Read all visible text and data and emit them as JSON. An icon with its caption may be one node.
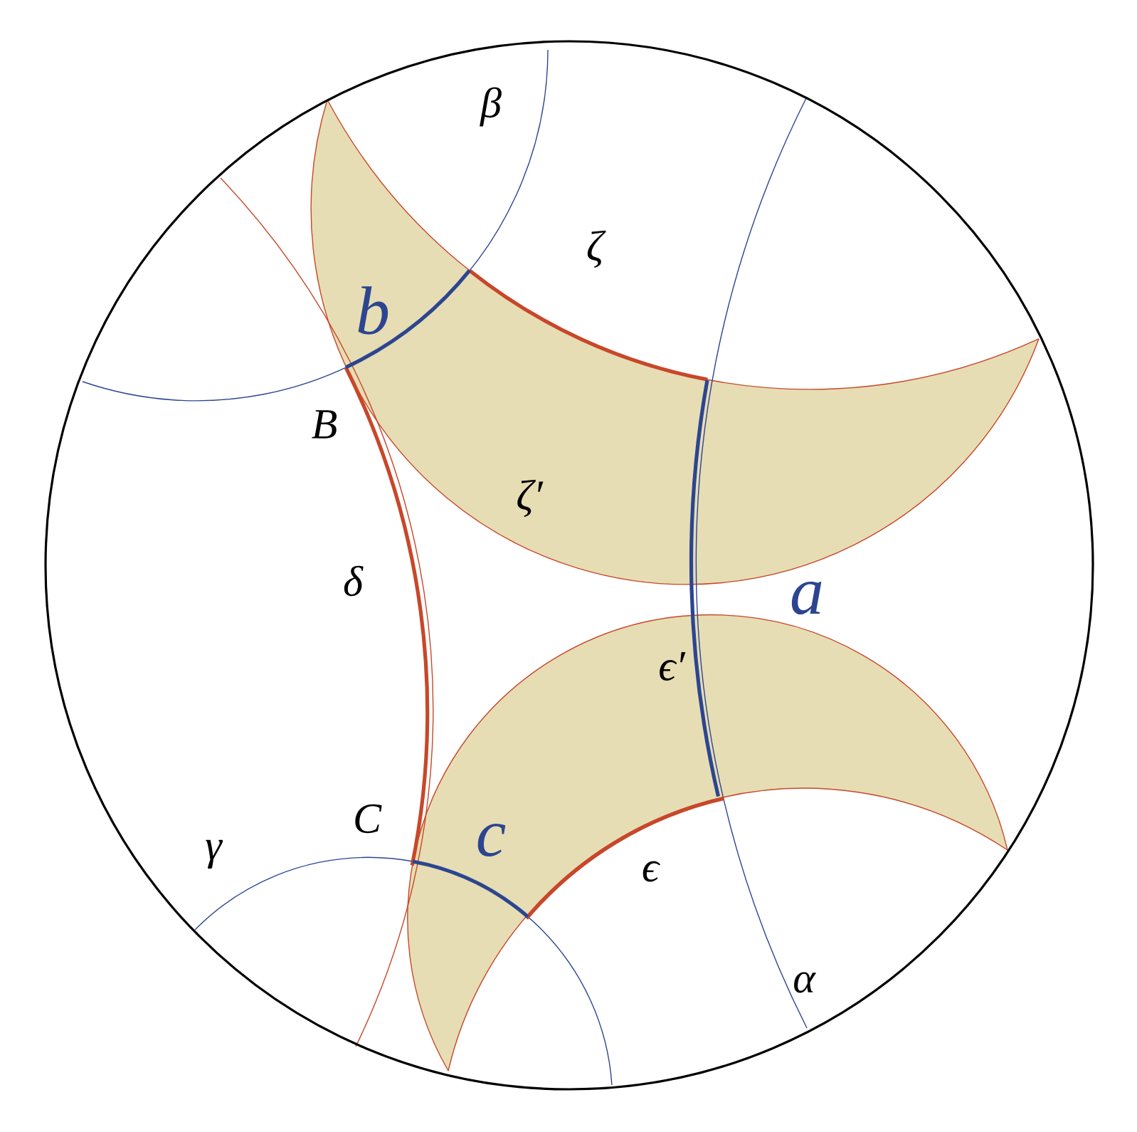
{
  "diagram": {
    "labels": [
      "β",
      "b",
      "ζ",
      "B",
      "ζ′",
      "δ",
      "a",
      "ϵ′",
      "γ",
      "C",
      "c",
      "ϵ",
      "α"
    ]
  }
}
